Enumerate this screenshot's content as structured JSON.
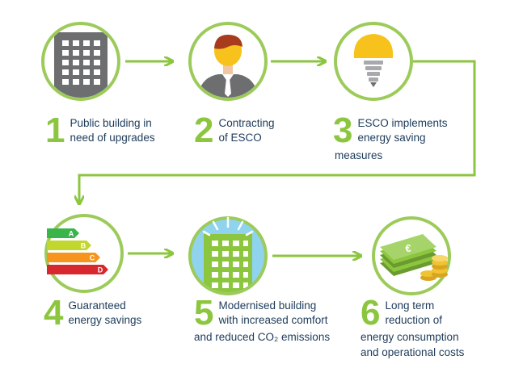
{
  "colors": {
    "ring": "#9ccb5a",
    "arrow": "#8cc63f",
    "number": "#8cc63f",
    "text": "#1d3b5a",
    "building_gray": "#6d6e70",
    "sky": "#8fd3ef",
    "bulb": "#f7c21b",
    "money": "#8cc63f",
    "coin": "#f1c232"
  },
  "steps": [
    {
      "number": "1",
      "lines": [
        "Public building in",
        "need of upgrades"
      ],
      "icon": "old-building-icon"
    },
    {
      "number": "2",
      "lines": [
        "Contracting",
        "of ESCO"
      ],
      "icon": "contractor-person-icon"
    },
    {
      "number": "3",
      "lines": [
        "ESCO implements",
        "energy saving"
      ],
      "extra_line": "measures",
      "icon": "light-bulb-icon"
    },
    {
      "number": "4",
      "lines": [
        "Guaranteed",
        "energy savings"
      ],
      "icon": "energy-label-icon"
    },
    {
      "number": "5",
      "lines": [
        "Modernised building",
        "with increased comfort"
      ],
      "extra_line": "and reduced CO₂ emissions",
      "icon": "modern-building-icon"
    },
    {
      "number": "6",
      "lines": [
        "Long term",
        "reduction of"
      ],
      "extra_lines": [
        "energy consumption",
        "and operational costs"
      ],
      "icon": "money-savings-icon"
    }
  ],
  "energy_classes": [
    "A",
    "B",
    "C",
    "D"
  ],
  "money_symbol": "€"
}
